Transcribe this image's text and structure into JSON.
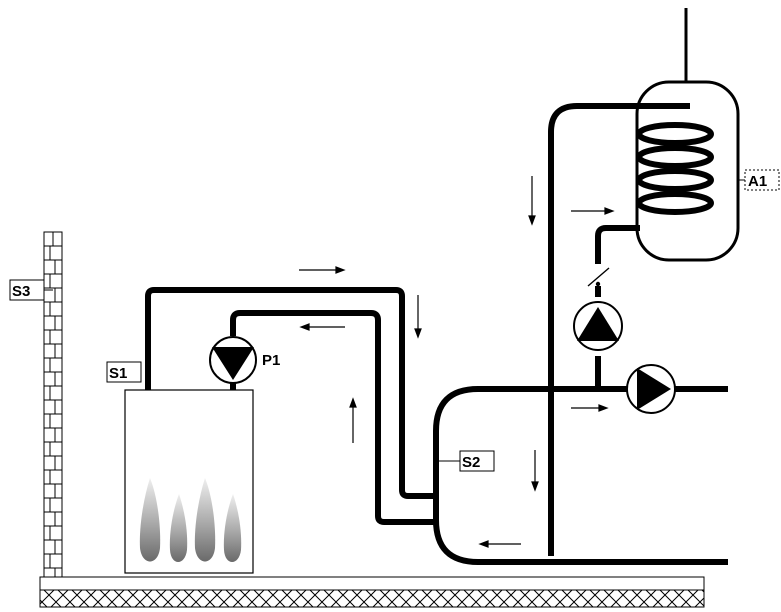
{
  "labels": {
    "s1": "S1",
    "s2": "S2",
    "s3": "S3",
    "p1": "P1",
    "a1": "A1"
  },
  "colors": {
    "pipe": "#000000",
    "stroke": "#000000",
    "flame_light": "#e8e8e8",
    "flame_dark": "#7a7a7a",
    "background": "#ffffff"
  },
  "icons": {
    "boiler_flames": "flame-icon",
    "pump": "pump-icon",
    "check_valve": "check-valve-icon",
    "flow_arrow": "flow-arrow-icon"
  }
}
